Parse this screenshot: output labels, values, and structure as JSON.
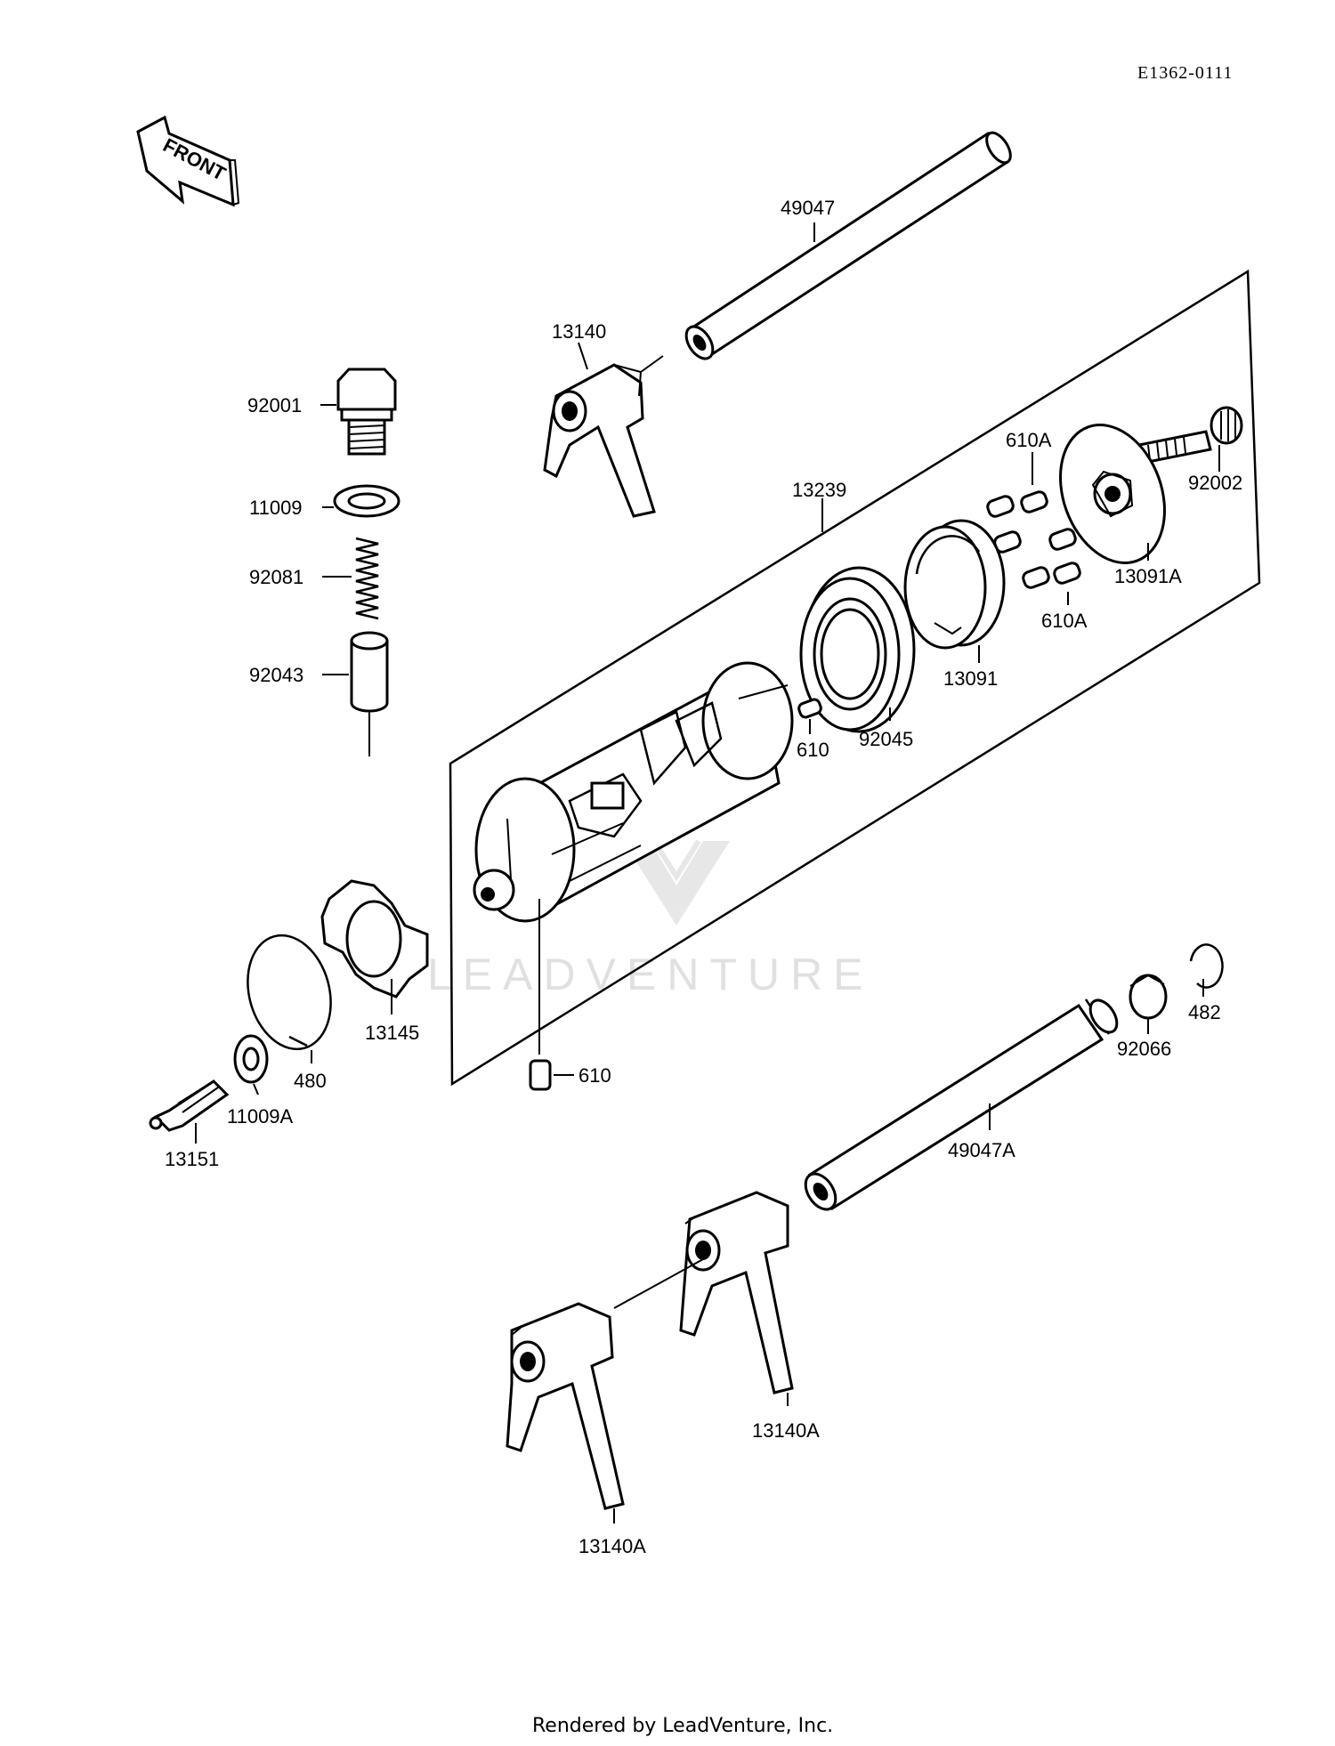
{
  "drawing_id": "E1362-0111",
  "front_label": "FRONT",
  "watermark": "LEADVENTURE",
  "footer": "Rendered by LeadVenture, Inc.",
  "callouts": {
    "p49047": "49047",
    "p13140": "13140",
    "p92001": "92001",
    "p11009": "11009",
    "p92081": "92081",
    "p92043": "92043",
    "p13239": "13239",
    "p610A_top": "610A",
    "p92002": "92002",
    "p13091A": "13091A",
    "p610A_bottom": "610A",
    "p13091": "13091",
    "p92045": "92045",
    "p610_mid": "610",
    "p13145": "13145",
    "p480": "480",
    "p11009A": "11009A",
    "p13151": "13151",
    "p610_low": "610",
    "p482": "482",
    "p92066": "92066",
    "p49047A": "49047A",
    "p13140A_right": "13140A",
    "p13140A_left": "13140A"
  }
}
